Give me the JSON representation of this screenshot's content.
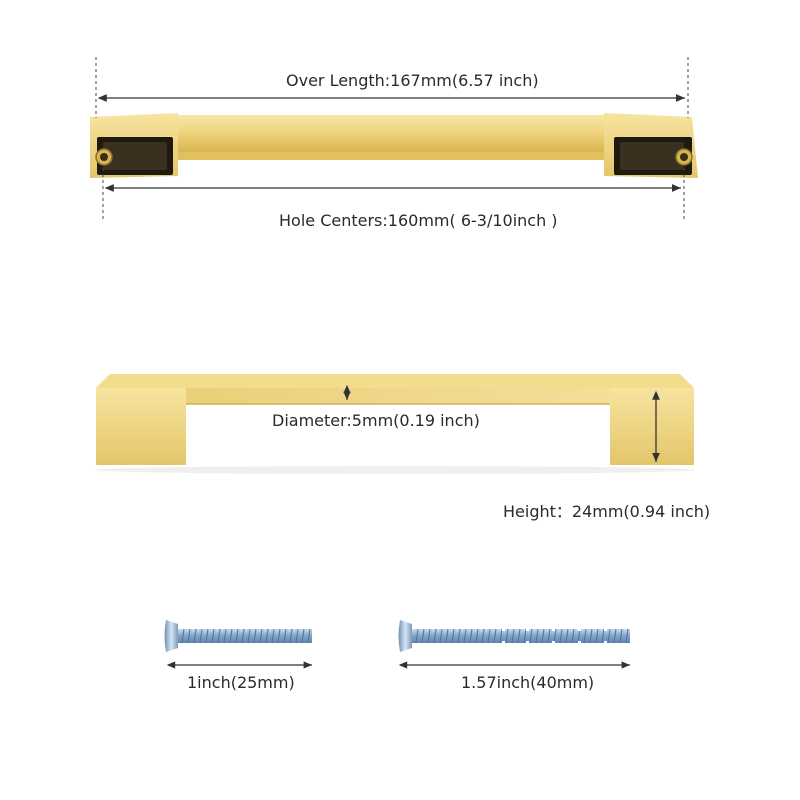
{
  "dimensions": {
    "over_length": "Over Length:167mm(6.57 inch)",
    "hole_centers": "Hole Centers:160mm( 6-3/10inch )",
    "diameter": "Diameter:5mm(0.19 inch)",
    "height": "Height：24mm(0.94 inch)"
  },
  "screws": {
    "short": "1inch(25mm)",
    "long": "1.57inch(40mm)"
  },
  "colors": {
    "gold": "#e8c85a",
    "gold_light": "#f6e3a0",
    "gold_dark": "#c9a43c",
    "screw_blue": "#8aaed0",
    "dimension_line": "#333333"
  }
}
